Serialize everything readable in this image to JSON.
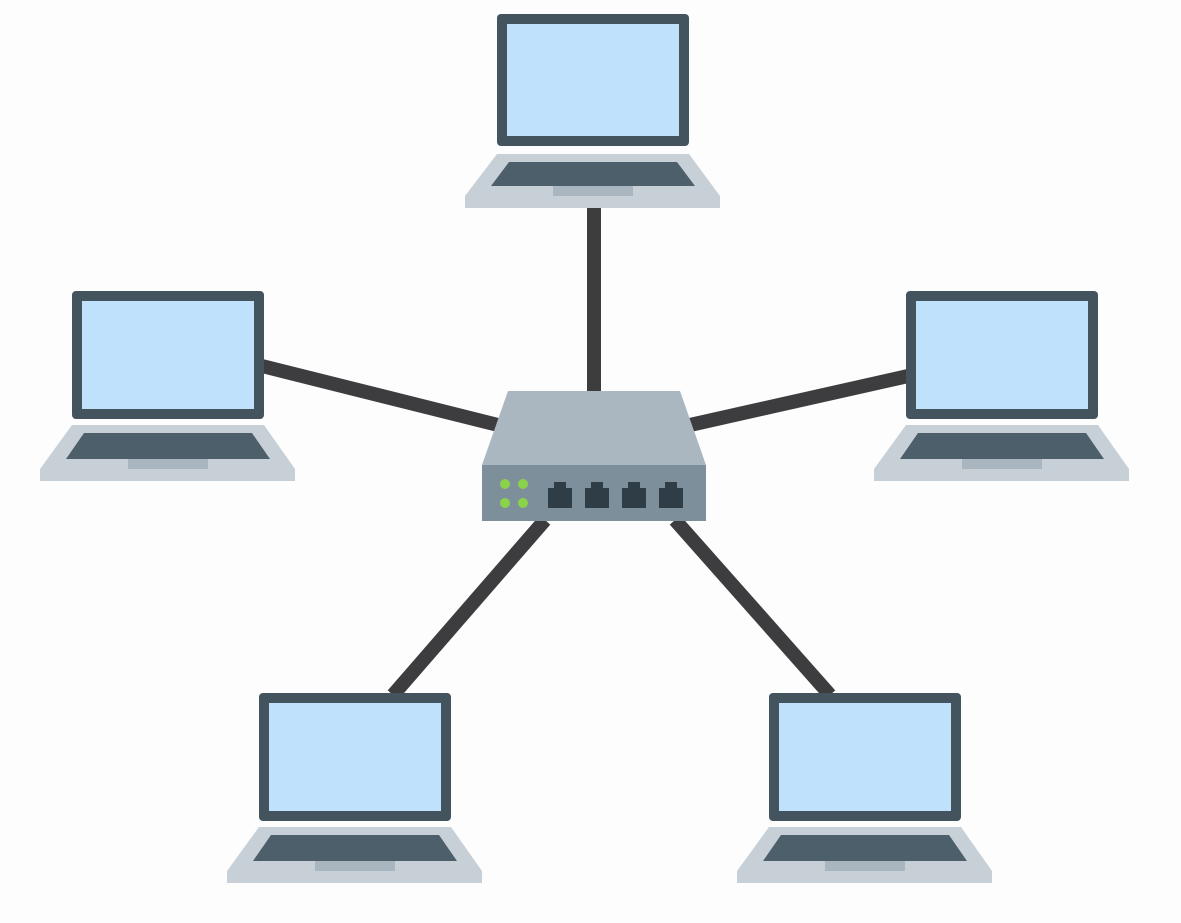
{
  "diagram": {
    "type": "star-network-topology",
    "hub": {
      "kind": "network-switch",
      "ports": 4,
      "status_lights": 4
    },
    "nodes": [
      {
        "kind": "laptop",
        "position": "top"
      },
      {
        "kind": "laptop",
        "position": "upper-left"
      },
      {
        "kind": "laptop",
        "position": "upper-right"
      },
      {
        "kind": "laptop",
        "position": "lower-left"
      },
      {
        "kind": "laptop",
        "position": "lower-right"
      }
    ],
    "colors": {
      "background": "#fdfdfd",
      "cable": "#3d3d3f",
      "laptop_frame": "#44545f",
      "laptop_screen": "#bfe1fb",
      "laptop_base": "#c7d0d7",
      "laptop_keyboard": "#4d5f6a",
      "laptop_foot": "#a9b6bf",
      "switch_top": "#aab7c0",
      "switch_front": "#7e8f9c",
      "switch_port": "#2f3d47",
      "status_light": "#8bd14a"
    }
  }
}
